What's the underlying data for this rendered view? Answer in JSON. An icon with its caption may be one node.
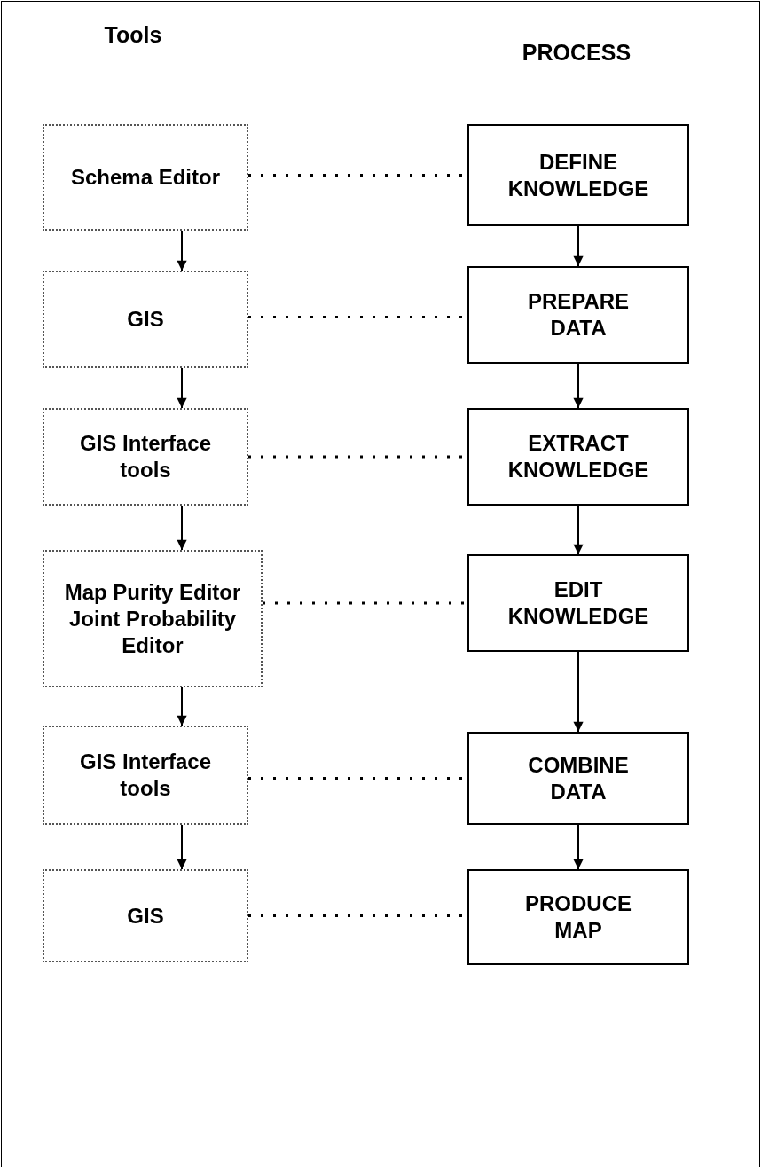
{
  "diagram": {
    "nodes": [
      {
        "text": [
          "Schema Editor"
        ]
      },
      {
        "text": [
          "DEFINE KNOWLEDGE"
        ]
      },
      {
        "text": [
          "GIS"
        ]
      },
      {
        "text": [
          "PREPARE DATA"
        ]
      },
      {
        "text": [
          "GIS Interface tools"
        ]
      },
      {
        "text": [
          "EXTRACT KNOWLEDGE"
        ]
      },
      {
        "text": [
          "Map Purity Editor Joint Probability Editor"
        ]
      },
      {
        "text": [
          "EDIT KNOWLEDGE"
        ]
      },
      {
        "text": [
          "GIS Interface tools"
        ]
      },
      {
        "text": [
          "COMBINE DATA"
        ]
      },
      {
        "text": [
          "GIS"
        ]
      },
      {
        "text": [
          "PRODUCE MAP"
        ]
      }
    ],
    "edges": [
      {
        "from": 0,
        "to": 1,
        "arrow": "none",
        "style": "dashed"
      },
      {
        "from": 2,
        "to": 3,
        "arrow": "none",
        "style": "dashed"
      },
      {
        "from": 4,
        "to": 5,
        "arrow": "none",
        "style": "dashed"
      },
      {
        "from": 6,
        "to": 7,
        "arrow": "none",
        "style": "dashed"
      },
      {
        "from": 8,
        "to": 9,
        "arrow": "none",
        "style": "dashed"
      },
      {
        "from": 10,
        "to": 11,
        "arrow": "none",
        "style": "dashed"
      },
      {
        "from": 0,
        "to": 2,
        "arrow": "to"
      },
      {
        "from": 2,
        "to": 4,
        "arrow": "to"
      },
      {
        "from": 4,
        "to": 6,
        "arrow": "to"
      },
      {
        "from": 6,
        "to": 8,
        "arrow": "to"
      },
      {
        "from": 8,
        "to": 10,
        "arrow": "to"
      },
      {
        "from": 1,
        "to": 3,
        "arrow": "to"
      },
      {
        "from": 3,
        "to": 5,
        "arrow": "to"
      },
      {
        "from": 5,
        "to": 7,
        "arrow": "to"
      },
      {
        "from": 7,
        "to": 9,
        "arrow": "to"
      },
      {
        "from": 9,
        "to": 11,
        "arrow": "to"
      }
    ],
    "labels": [
      "Tools",
      "PROCESS"
    ]
  }
}
